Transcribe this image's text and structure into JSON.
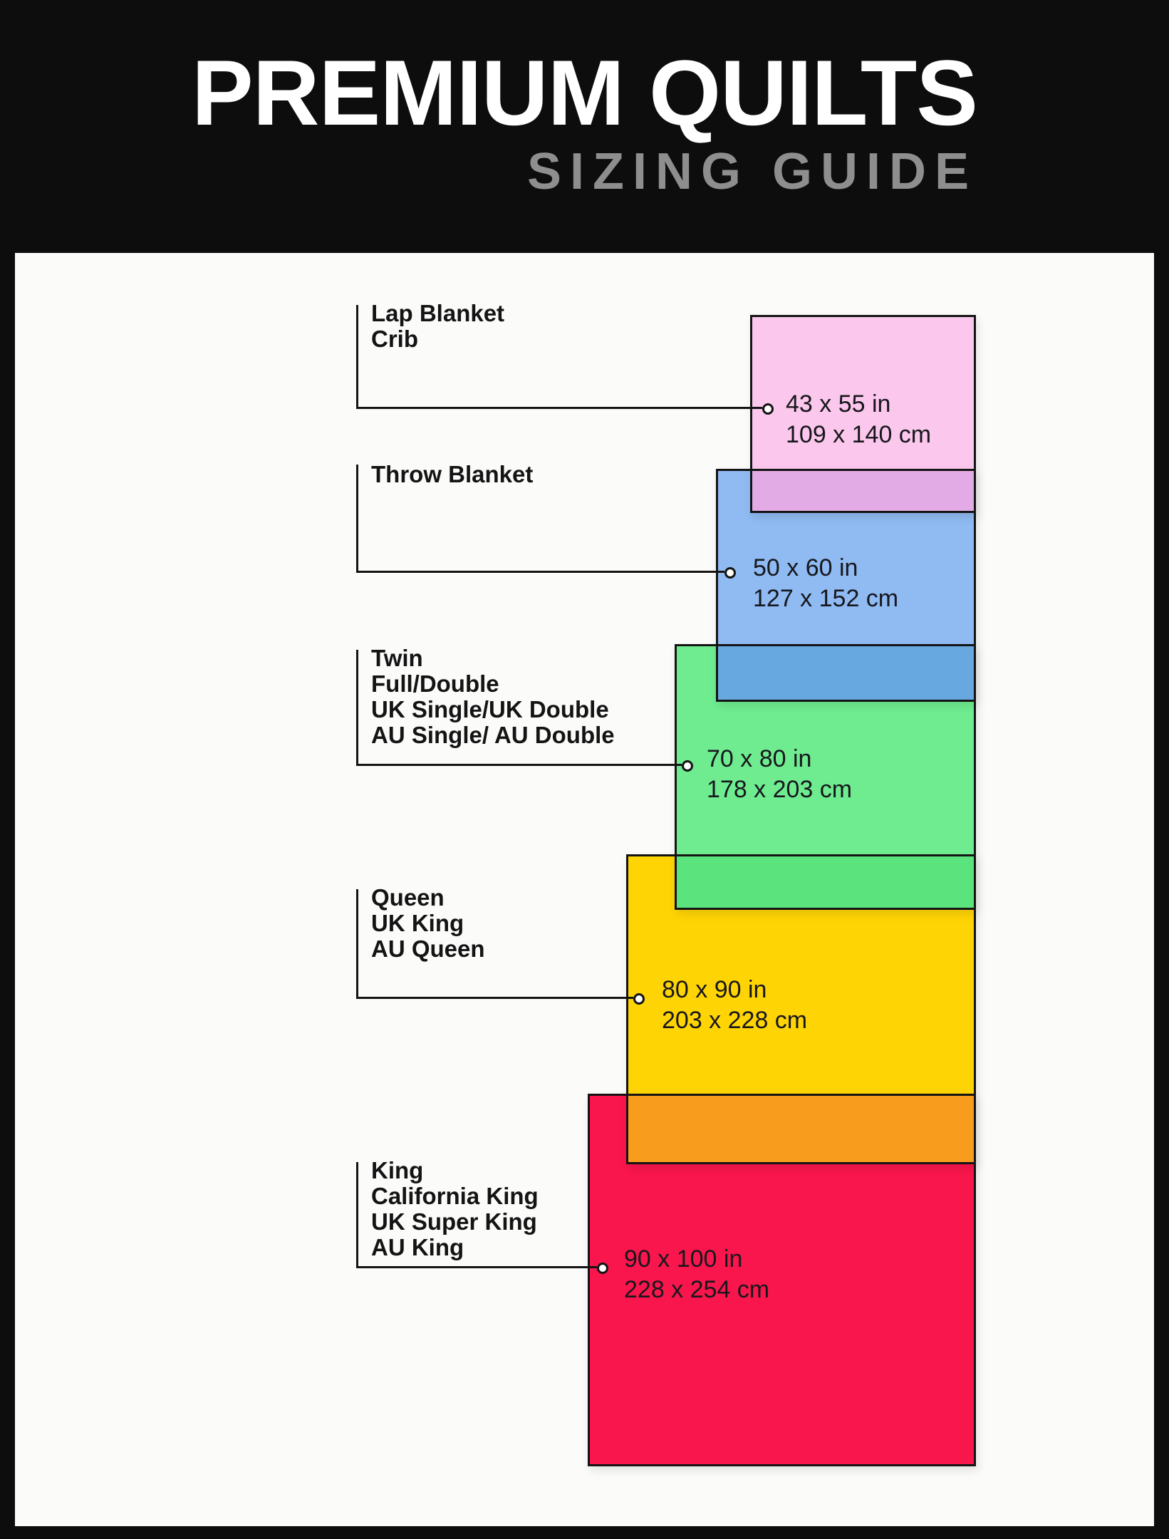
{
  "header": {
    "title": "PREMIUM QUILTS",
    "subtitle": "SIZING GUIDE"
  },
  "colors": {
    "background": "#0d0d0d",
    "panel": "#fbfbfa",
    "line": "#141414",
    "title_text": "#ffffff",
    "subtitle_text": "#8e8e8e"
  },
  "sizes": [
    {
      "name": "lap-blanket-crib",
      "labels": [
        "Lap Blanket",
        "Crib"
      ],
      "inches": "43 x 55 in",
      "cm": "109 x 140 cm",
      "fill": "#fbc7ec",
      "overlap_fill": "#e3abe5"
    },
    {
      "name": "throw-blanket",
      "labels": [
        "Throw Blanket"
      ],
      "inches": "50 x 60 in",
      "cm": "127 x 152 cm",
      "fill": "#8fbaf2",
      "overlap_fill": "#67a8e0"
    },
    {
      "name": "twin-full-double",
      "labels": [
        "Twin",
        "Full/Double",
        "UK Single/UK Double",
        "AU Single/ AU Double"
      ],
      "inches": "70 x 80 in",
      "cm": "178 x 203 cm",
      "fill": "#6fec90",
      "overlap_fill": "#5be47d"
    },
    {
      "name": "queen-uk-king",
      "labels": [
        "Queen",
        "UK King",
        "AU Queen"
      ],
      "inches": "80 x 90 in",
      "cm": "203 x 228 cm",
      "fill": "#ffd405",
      "overlap_fill": "#f89c1d"
    },
    {
      "name": "king-california-king",
      "labels": [
        "King",
        "California King",
        "UK Super King",
        "AU King"
      ],
      "inches": "90 x 100 in",
      "cm": "228 x 254 cm",
      "fill": "#f9164c"
    }
  ]
}
